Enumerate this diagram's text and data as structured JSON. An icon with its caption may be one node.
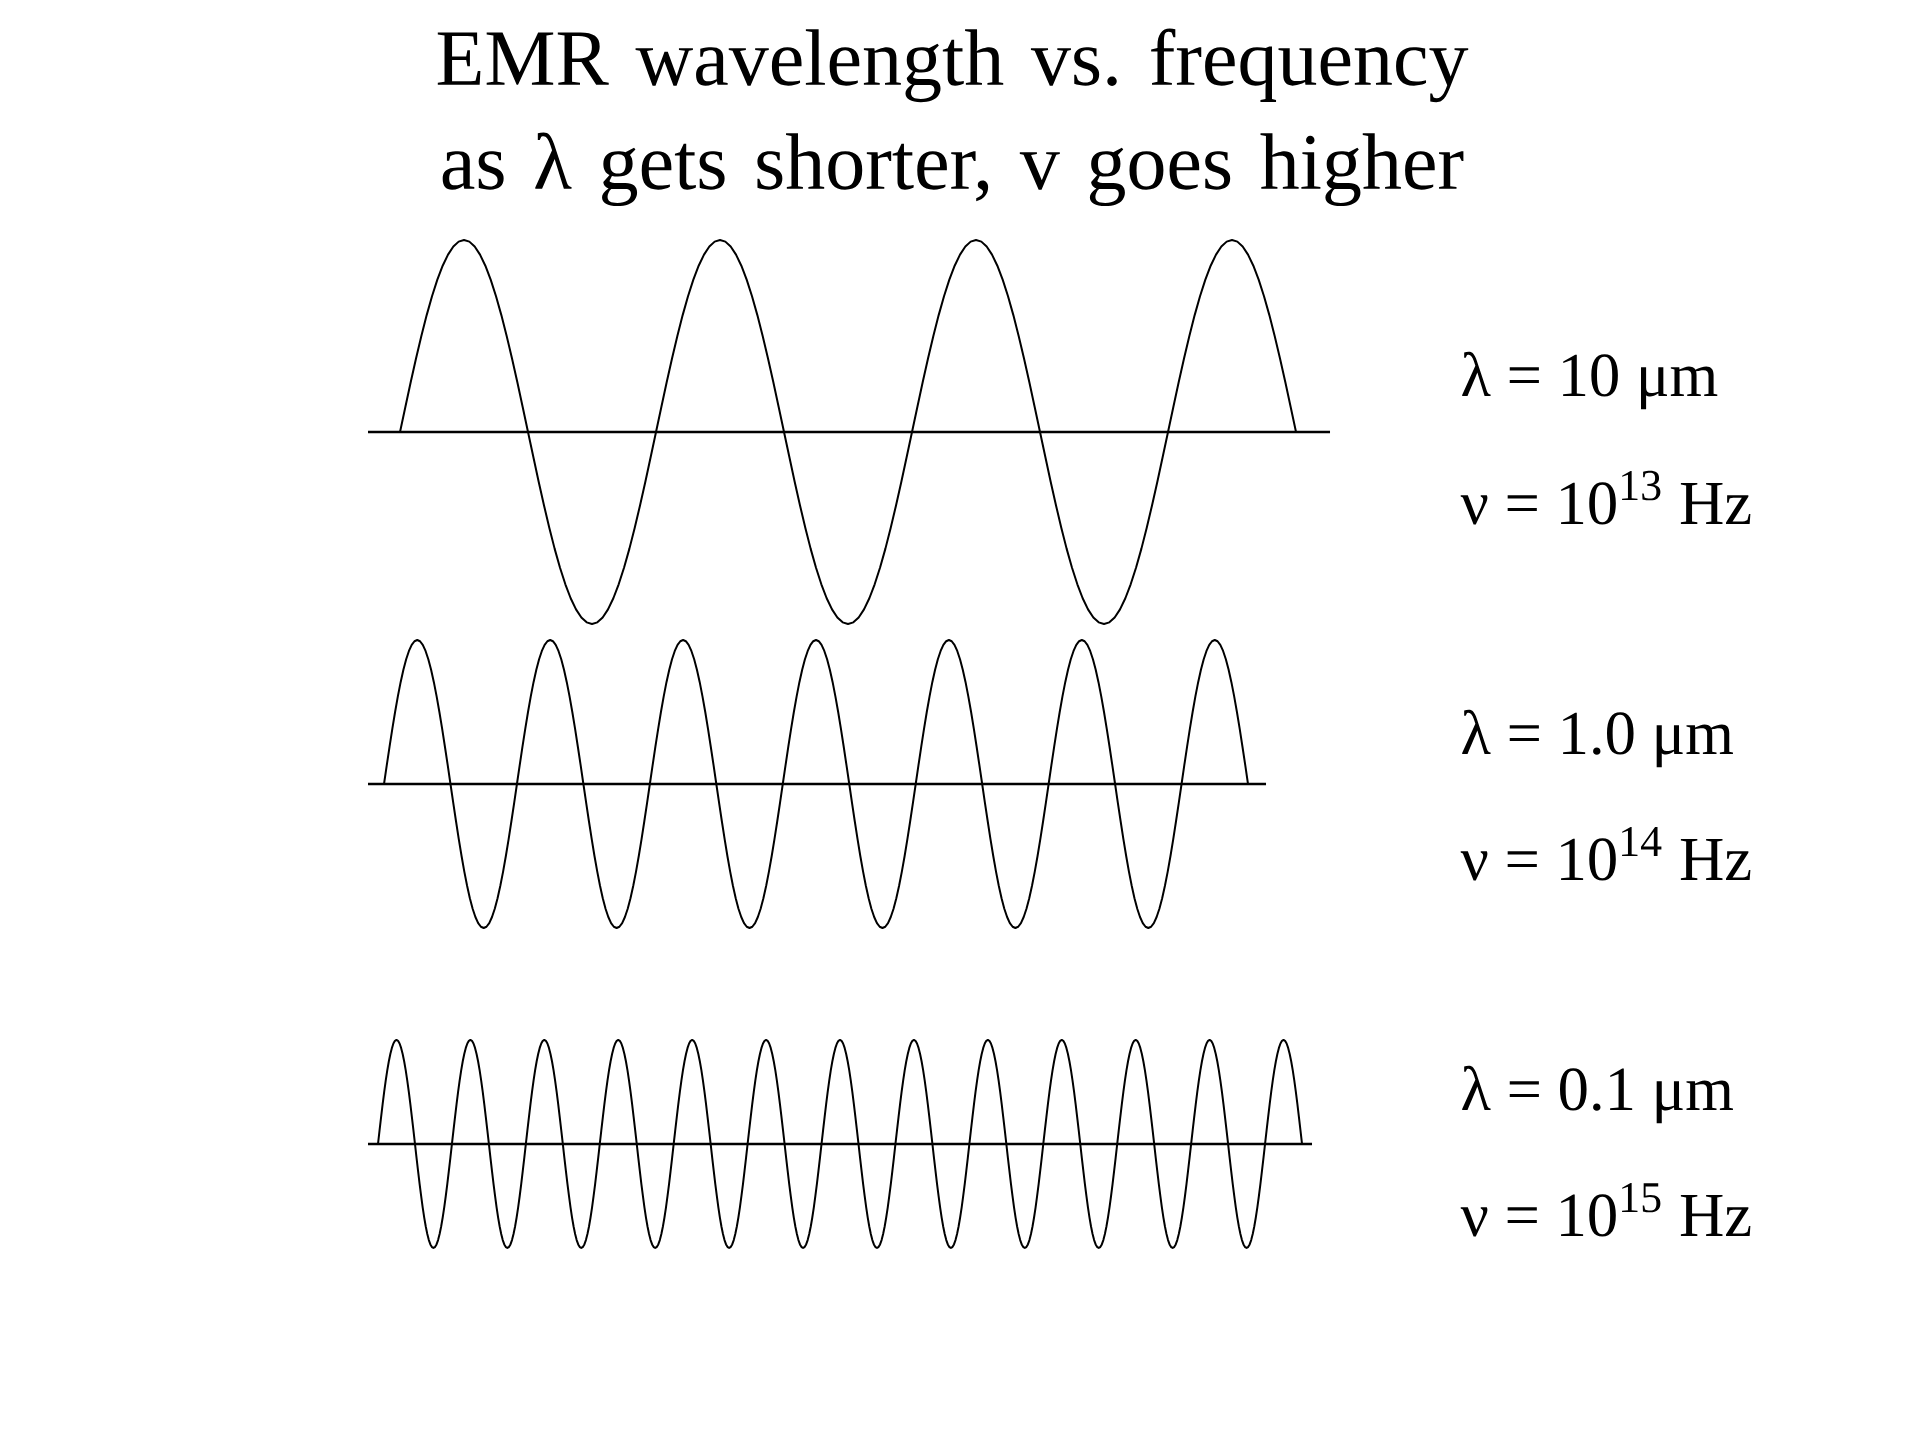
{
  "diagram": {
    "title": "EMR wavelength vs. frequency as λ gets shorter, v goes higher",
    "labels": [
      "λ = 10 μm",
      "ν = 10$^{13}$ Hz",
      "λ = 1.0 μm",
      "ν = 10$^{14}$ Hz",
      "λ = 0.1 μm",
      "ν = 10$^{15}$ Hz"
    ]
  }
}
